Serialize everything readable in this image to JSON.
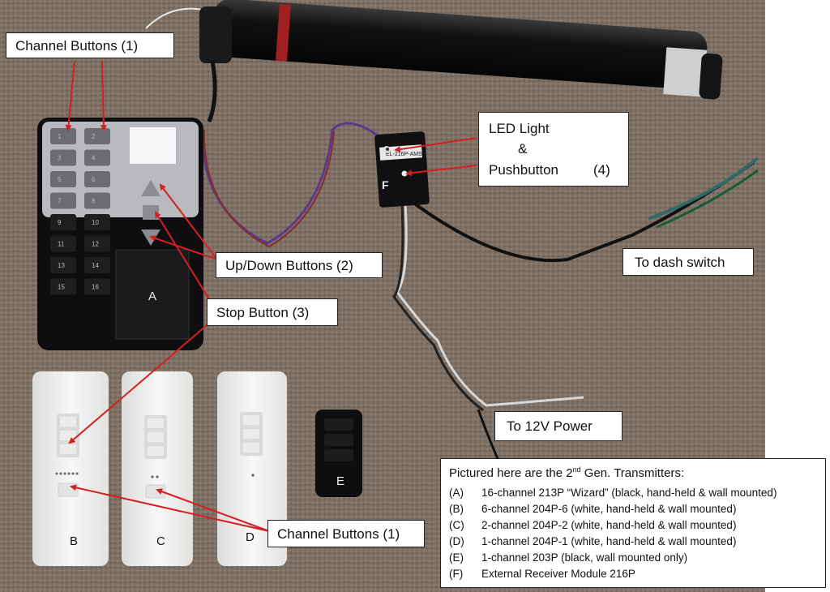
{
  "callouts": {
    "channel_buttons_top": "Channel Buttons (1)",
    "led_line1": "LED Light",
    "led_line2": "&",
    "led_line3": "Pushbutton",
    "led_num": "(4)",
    "up_down": "Up/Down Buttons (2)",
    "stop": "Stop Button (3)",
    "dash": "To dash switch",
    "power": "To 12V Power",
    "channel_buttons_bottom": "Channel Buttons (1)"
  },
  "device_letters": {
    "a": "A",
    "b": "B",
    "c": "C",
    "d": "D",
    "e": "E",
    "f": "F"
  },
  "module_label": "EL-216P-AMS",
  "keypad_numbers": [
    "1",
    "2",
    "3",
    "4",
    "5",
    "6",
    "7",
    "8",
    "9",
    "10",
    "11",
    "12",
    "13",
    "14",
    "15",
    "16"
  ],
  "legend": {
    "title_pre": "Pictured here are the 2",
    "title_sup": "nd",
    "title_post": " Gen. Transmitters:",
    "items": [
      {
        "code": "(A)",
        "text": "16-channel 213P “Wizard” (black, hand-held & wall mounted)"
      },
      {
        "code": "(B)",
        "text": "6-channel 204P-6 (white, hand-held & wall mounted)"
      },
      {
        "code": "(C)",
        "text": "2-channel 204P-2 (white, hand-held & wall mounted)"
      },
      {
        "code": "(D)",
        "text": "1-channel 204P-1 (white, hand-held & wall mounted)"
      },
      {
        "code": "(E)",
        "text": "1-channel 203P (black, wall mounted only)"
      },
      {
        "code": "(F)",
        "text": "External Receiver Module 216P"
      }
    ]
  },
  "colors": {
    "carpet": "#7d6f63",
    "arrow": "#d42020",
    "device_black": "#0e0e10",
    "device_white": "#f2f2f0"
  }
}
